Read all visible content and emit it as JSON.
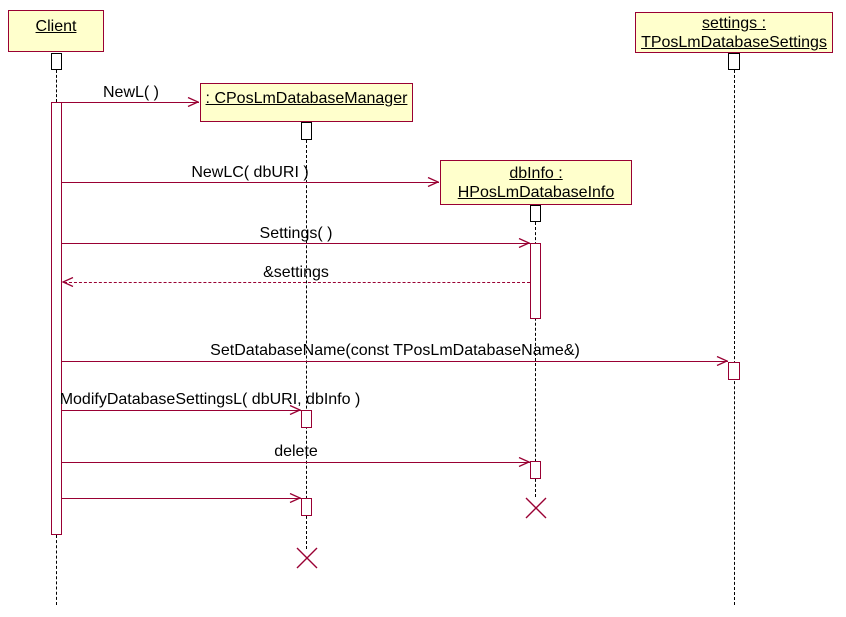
{
  "diagram": {
    "kind": "uml-sequence-diagram",
    "colors": {
      "object_fill": "#FFFFCC",
      "object_border": "#990033",
      "message_line": "#990033",
      "lifeline": "#000000",
      "text": "#000000",
      "background": "#FFFFFF"
    },
    "objects": {
      "client": {
        "label": "Client"
      },
      "manager": {
        "label": ": CPosLmDatabaseManager"
      },
      "dbinfo": {
        "line1": "dbInfo :",
        "line2": "HPosLmDatabaseInfo"
      },
      "settings": {
        "line1": "settings :",
        "line2": "TPosLmDatabaseSettings"
      }
    },
    "messages": {
      "newl": {
        "label": "NewL( )",
        "type": "call",
        "from": "Client",
        "to": "CPosLmDatabaseManager"
      },
      "newlc": {
        "label": "NewLC( dbURI )",
        "type": "call",
        "from": "Client",
        "to": "HPosLmDatabaseInfo"
      },
      "settings_call": {
        "label": "Settings( )",
        "type": "call",
        "from": "Client",
        "to": "HPosLmDatabaseInfo"
      },
      "settings_return": {
        "label": "&settings",
        "type": "return",
        "from": "HPosLmDatabaseInfo",
        "to": "Client"
      },
      "set_database_name": {
        "label": "SetDatabaseName(const TPosLmDatabaseName&)",
        "type": "call",
        "from": "Client",
        "to": "TPosLmDatabaseSettings"
      },
      "modify_settings": {
        "label": "ModifyDatabaseSettingsL( dbURI, dbInfo )",
        "type": "call",
        "from": "Client",
        "to": "CPosLmDatabaseManager"
      },
      "delete_dbinfo": {
        "label": "delete",
        "type": "call",
        "from": "Client",
        "to": "HPosLmDatabaseInfo"
      },
      "delete_manager": {
        "label": "",
        "type": "call",
        "from": "Client",
        "to": "CPosLmDatabaseManager"
      }
    }
  }
}
